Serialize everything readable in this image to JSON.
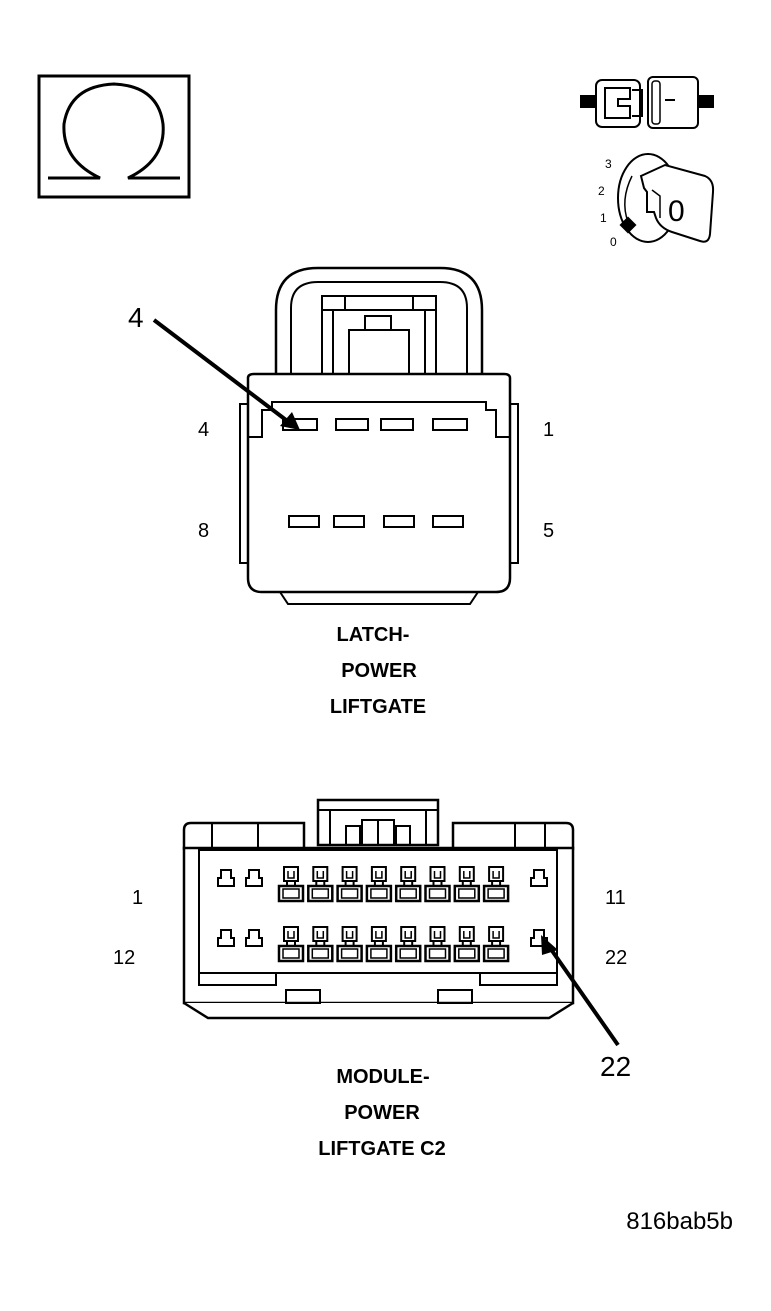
{
  "icons": {
    "ohm_symbol": "ohm-icon",
    "connector_disconnect": "connector-disconnect-icon",
    "ignition_key": "ignition-key-icon"
  },
  "ignition": {
    "positions": [
      "3",
      "2",
      "1",
      "0"
    ],
    "key_face_label": "0"
  },
  "connector_latch": {
    "callout": "4",
    "pin_labels": {
      "top_left": "4",
      "top_right": "1",
      "bottom_left": "8",
      "bottom_right": "5"
    },
    "title_lines": [
      "LATCH-",
      "POWER",
      "LIFTGATE"
    ]
  },
  "connector_module": {
    "callout": "22",
    "pin_labels": {
      "top_left": "1",
      "top_right": "11",
      "bottom_left": "12",
      "bottom_right": "22"
    },
    "title_lines": [
      "MODULE-",
      "POWER",
      "LIFTGATE C2"
    ]
  },
  "figure_id": "816bab5b"
}
